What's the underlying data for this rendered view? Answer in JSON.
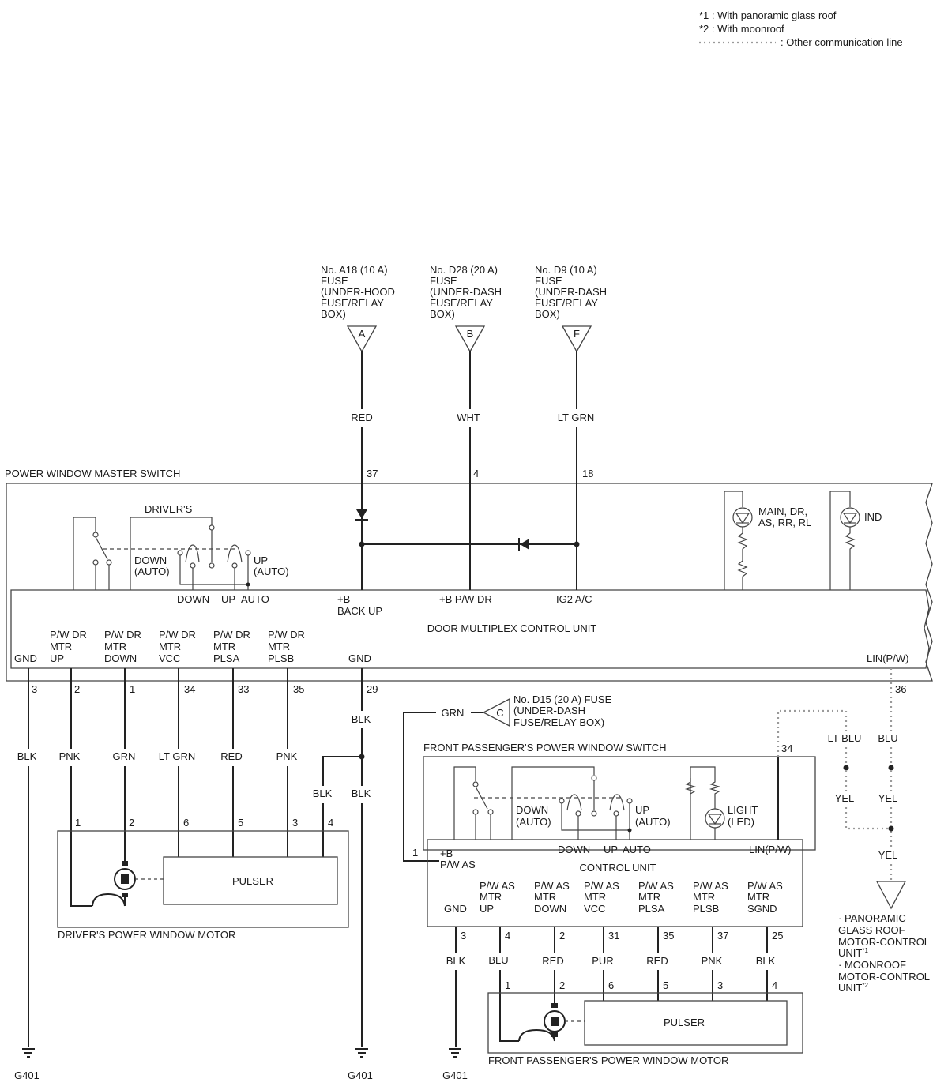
{
  "legend": {
    "note1": "*1 : With panoramic glass roof",
    "note2": "*2 : With moonroof",
    "other_line": ": Other communication line"
  },
  "fuses": {
    "a": {
      "lines": [
        "No. A18 (10 A)",
        "FUSE",
        "(UNDER-HOOD",
        "FUSE/RELAY",
        "BOX)"
      ],
      "letter": "A",
      "wire": "RED",
      "pin": "37"
    },
    "b": {
      "lines": [
        "No. D28 (20 A)",
        "FUSE",
        "(UNDER-DASH",
        "FUSE/RELAY",
        "BOX)"
      ],
      "letter": "B",
      "wire": "WHT",
      "pin": "4"
    },
    "f": {
      "lines": [
        "No. D9 (10 A)",
        "FUSE",
        "(UNDER-DASH",
        "FUSE/RELAY",
        "BOX)"
      ],
      "letter": "F",
      "wire": "LT GRN",
      "pin": "18"
    },
    "c": {
      "lines": [
        "No. D15 (20 A) FUSE",
        "(UNDER-DASH",
        "FUSE/RELAY BOX)"
      ],
      "letter": "C",
      "wire": "GRN"
    }
  },
  "master": {
    "title": "POWER WINDOW MASTER SWITCH",
    "drivers": "DRIVER'S",
    "down_auto": [
      "DOWN",
      "(AUTO)"
    ],
    "up_auto": [
      "UP",
      "(AUTO)"
    ],
    "sw_down": "DOWN",
    "sw_up": "UP",
    "sw_auto": "AUTO",
    "plus_b_backup": [
      "+B",
      "BACK UP"
    ],
    "plus_b_pwdr": "+B P/W DR",
    "ig2": "IG2 A/C",
    "dmcu": "DOOR MULTIPLEX CONTROL UNIT",
    "led_main": [
      "MAIN, DR,",
      "AS, RR, RL"
    ],
    "led_ind": "IND",
    "pin_labels": {
      "gnd": "GND",
      "up": [
        "P/W DR",
        "MTR",
        "UP"
      ],
      "down": [
        "P/W DR",
        "MTR",
        "DOWN"
      ],
      "vcc": [
        "P/W DR",
        "MTR",
        "VCC"
      ],
      "plsa": [
        "P/W DR",
        "MTR",
        "PLSA"
      ],
      "plsb": [
        "P/W DR",
        "MTR",
        "PLSB"
      ],
      "gnd2": "GND",
      "lin": "LIN(P/W)"
    },
    "pins": [
      "3",
      "2",
      "1",
      "34",
      "33",
      "35",
      "29",
      "36"
    ],
    "wires": [
      "BLK",
      "PNK",
      "GRN",
      "LT GRN",
      "RED",
      "PNK"
    ],
    "gnd_wire": "BLK",
    "blk_a": "BLK",
    "blk_b": "BLK"
  },
  "driver_motor": {
    "title": "DRIVER'S POWER WINDOW MOTOR",
    "pulser": "PULSER",
    "pins": [
      "1",
      "2",
      "6",
      "5",
      "3",
      "4"
    ]
  },
  "passenger": {
    "title": "FRONT PASSENGER'S POWER WINDOW SWITCH",
    "down_auto": [
      "DOWN",
      "(AUTO)"
    ],
    "up_auto": [
      "UP",
      "(AUTO)"
    ],
    "light": [
      "LIGHT",
      "(LED)"
    ],
    "sw_down": "DOWN",
    "sw_up": "UP",
    "sw_auto": "AUTO",
    "control_unit": "CONTROL UNIT",
    "plus_b": [
      "+B",
      "P/W AS"
    ],
    "pin1": "1",
    "lin": "LIN(P/W)",
    "lin_pin": "34",
    "pin_labels": {
      "gnd": "GND",
      "up": [
        "P/W AS",
        "MTR",
        "UP"
      ],
      "down": [
        "P/W AS",
        "MTR",
        "DOWN"
      ],
      "vcc": [
        "P/W AS",
        "MTR",
        "VCC"
      ],
      "plsa": [
        "P/W AS",
        "MTR",
        "PLSA"
      ],
      "plsb": [
        "P/W AS",
        "MTR",
        "PLSB"
      ],
      "sgnd": [
        "P/W AS",
        "MTR",
        "SGND"
      ]
    },
    "pins": [
      "3",
      "4",
      "2",
      "31",
      "35",
      "37",
      "25"
    ],
    "wires": [
      "BLK",
      "BLU",
      "RED",
      "PUR",
      "RED",
      "PNK",
      "BLK"
    ]
  },
  "passenger_motor": {
    "title": "FRONT PASSENGER'S POWER WINDOW MOTOR",
    "pulser": "PULSER",
    "pins": [
      "1",
      "2",
      "6",
      "5",
      "3",
      "4"
    ]
  },
  "lin_wires": {
    "lt_blu": "LT BLU",
    "blu": "BLU",
    "yel1": "YEL",
    "yel2": "YEL",
    "yel3": "YEL"
  },
  "roof_unit": {
    "l1": "· PANORAMIC",
    "l2": "GLASS ROOF",
    "l3": "MOTOR-CONTROL",
    "l4": "UNIT",
    "sup1": "*1",
    "l5": "· MOONROOF",
    "l6": "MOTOR-CONTROL",
    "l7": "UNIT",
    "sup2": "*2"
  },
  "grounds": [
    "G401",
    "G401",
    "G401"
  ]
}
